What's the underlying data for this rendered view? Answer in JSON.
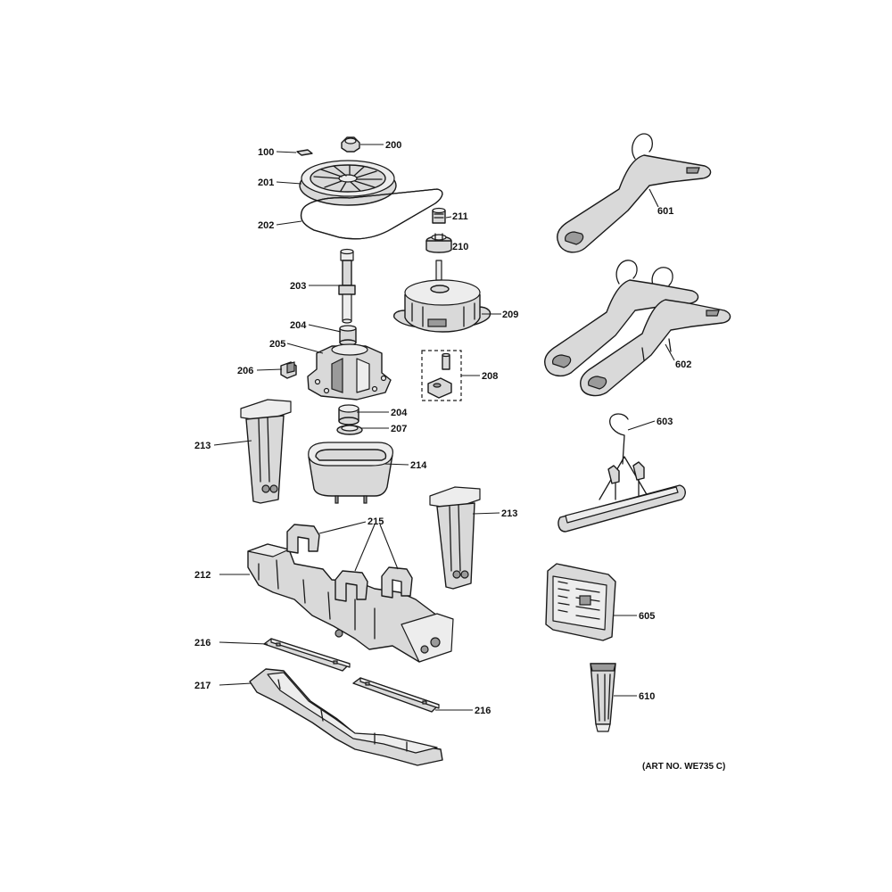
{
  "labels": {
    "p100": "100",
    "p200": "200",
    "p201": "201",
    "p202": "202",
    "p203": "203",
    "p204a": "204",
    "p204b": "204",
    "p205": "205",
    "p206": "206",
    "p207": "207",
    "p208": "208",
    "p209": "209",
    "p210": "210",
    "p211": "211",
    "p212": "212",
    "p213a": "213",
    "p213b": "213",
    "p214": "214",
    "p215": "215",
    "p216a": "216",
    "p216b": "216",
    "p217": "217",
    "p601": "601",
    "p602": "602",
    "p603": "603",
    "p605": "605",
    "p610": "610"
  },
  "art_number": "(ART NO. WE735 C)"
}
